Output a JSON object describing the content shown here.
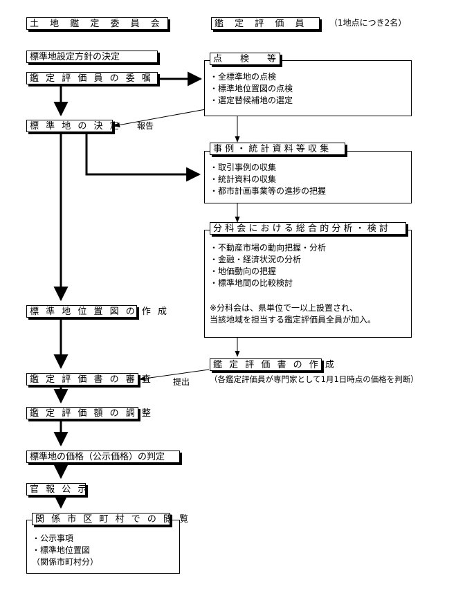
{
  "header": {
    "committee": "土 地 鑑 定 委 員 会",
    "appraiser": "鑑 定 評 価 員",
    "appraiser_note": "（1地点につき2名）"
  },
  "left_steps": {
    "policy": "標準地設定方針の決定",
    "commission": "鑑 定 評 価 員 の 委 嘱",
    "decision": "標 準 地 の 決 定",
    "map": "標 準 地 位 置 図 の 作 成",
    "review": "鑑 定 評 価 書 の 審 査",
    "adjust": "鑑 定 評 価 額 の 調 整",
    "judge": "標準地の価格（公示価格）の判定",
    "gazette": "官 報 公 示",
    "inspection": "関 係 市 区 町 村 で の 閲 覧"
  },
  "inspection_items": [
    "・公示事項",
    "・標準地位置図",
    "（関係市町村分）"
  ],
  "right_steps": {
    "check": {
      "title": "点　　検　　等",
      "items": [
        "・全標準地の点検",
        "・標準地位置図の点検",
        "・選定替候補地の選定"
      ]
    },
    "collect": {
      "title": "事 例 ・ 統 計 資 料 等 収 集",
      "items": [
        "・取引事例の収集",
        "・統計資料の収集",
        "・都市計画事業等の進捗の把握"
      ]
    },
    "analysis": {
      "title": "分 科 会 に お け る 総 合 的 分 析 ・ 検 討",
      "items": [
        "・不動産市場の動向把握・分析",
        "・金融・経済状況の分析",
        "・地価動向の把握",
        "・標準地間の比較検討"
      ],
      "note": [
        "※分科会は、県単位で一以上設置され、",
        "当該地域を担当する鑑定評価員全員が加入。"
      ]
    },
    "report": {
      "title": "鑑 定 評 価 書 の 作 成",
      "note": "（各鑑定評価員が専門家として1月1日時点の価格を判断）"
    }
  },
  "arrow_labels": {
    "report_back": "報告",
    "submit": "提出"
  }
}
